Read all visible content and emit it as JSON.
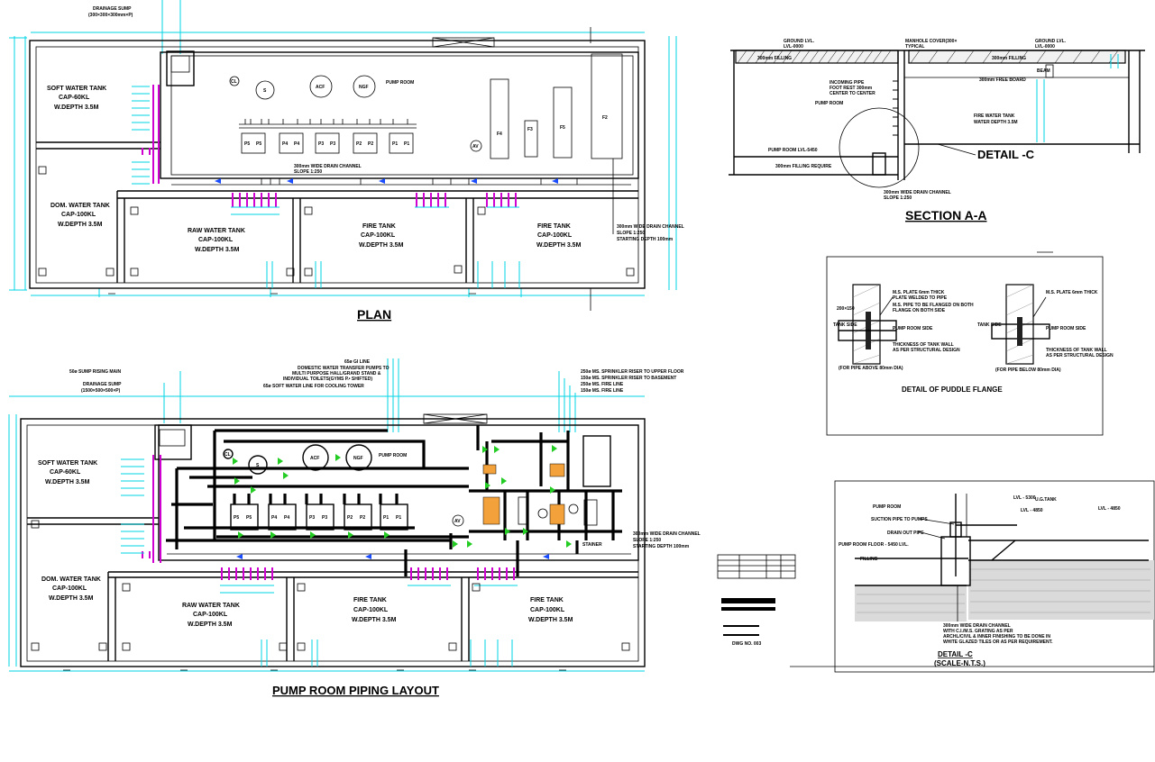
{
  "plan": {
    "title": "PLAN",
    "sump_note": "DRAINAGE SUMP",
    "sump_size": "(300×300×300mm×P)",
    "pump_room": "PUMP ROOM",
    "drain_channel": "300mm WIDE DRAIN CHANNEL",
    "drain_slope": "SLOPE 1:250",
    "drain_channel_side": "300mm WIDE DRAIN CHANNEL",
    "drain_slope_side": "SLOPE 1:250",
    "starting_depth": "STARTING DEPTH 100mm",
    "tanks": {
      "soft": {
        "name": "SOFT WATER TANK",
        "cap": "CAP-60KL",
        "depth": "W.DEPTH 3.5M"
      },
      "dom": {
        "name": "DOM. WATER TANK",
        "cap": "CAP-100KL",
        "depth": "W.DEPTH 3.5M"
      },
      "raw": {
        "name": "RAW WATER TANK",
        "cap": "CAP-100KL",
        "depth": "W.DEPTH 3.5M"
      },
      "fire1": {
        "name": "FIRE TANK",
        "cap": "CAP-100KL",
        "depth": "W.DEPTH 3.5M"
      },
      "fire2": {
        "name": "FIRE TANK",
        "cap": "CAP-100KL",
        "depth": "W.DEPTH 3.5M"
      }
    },
    "equipment": [
      "CL",
      "S",
      "ACF",
      "NGF"
    ],
    "pumps": [
      "P5",
      "P5",
      "P4",
      "P4",
      "P3",
      "P3",
      "P2",
      "P2",
      "P1",
      "P1"
    ],
    "filters": [
      "F4",
      "F3",
      "F5",
      "F2"
    ],
    "av": "AV"
  },
  "layout": {
    "title": "PUMP ROOM PIPING LAYOUT",
    "notes_top": [
      "65ø GI LINE",
      "DOMESTIC WATER TRANSFER PUMPS TO",
      "MULTI PURPOSE HALL/GRAND STAND &",
      "INDIVIDUAL TOILETS(GYMS P.• SHIFTED)",
      "65ø SOFT WATER LINE FOR COOLING TOWER"
    ],
    "notes_right": [
      "250ø MS. SPRINKLER RISER TO UPPER FLOOR",
      "150ø MS. SPRINKLER RISER TO BASEMENT",
      "250ø MS. FIRE LINE",
      "150ø MS. FIRE LINE"
    ],
    "sump_rising": "50ø SUMP RISING MAIN",
    "sump_note": "DRAINAGE SUMP",
    "sump_size": "(1500×500×500×P)",
    "pump_room": "PUMP ROOM",
    "drain_channel": "300mm WIDE DRAIN CHANNEL",
    "drain_slope": "SLOPE 1:250",
    "starting_depth": "STARTING DEPTH 100mm",
    "strainer": "STAINER",
    "tanks": {
      "soft": {
        "name": "SOFT WATER TANK",
        "cap": "CAP-60KL",
        "depth": "W.DEPTH 3.5M"
      },
      "dom": {
        "name": "DOM. WATER TANK",
        "cap": "CAP-100KL",
        "depth": "W.DEPTH 3.5M"
      },
      "raw": {
        "name": "RAW WATER TANK",
        "cap": "CAP-100KL",
        "depth": "W.DEPTH 3.5M"
      },
      "fire1": {
        "name": "FIRE TANK",
        "cap": "CAP-100KL",
        "depth": "W.DEPTH 3.5M"
      },
      "fire2": {
        "name": "FIRE TANK",
        "cap": "CAP-100KL",
        "depth": "W.DEPTH 3.5M"
      }
    },
    "equipment": [
      "CL",
      "S",
      "ACF",
      "NGF"
    ],
    "pumps": [
      "P5",
      "P5",
      "P4",
      "P4",
      "P3",
      "P3",
      "P2",
      "P2",
      "P1",
      "P1"
    ],
    "av": "AV"
  },
  "section": {
    "title": "SECTION A-A",
    "ground_lvl_left": "GROUND LVL.",
    "lvl_left": "LVL-0000",
    "manhole": "MANHOLE COVER(300×",
    "typical": "TYPICAL",
    "ground_lvl_right": "GROUND LVL.",
    "lvl_right": "LVL-0000",
    "fill_left": "300mm FILLING",
    "fill_right": "300mm FILLING",
    "beam": "BEAM",
    "free_board": "300mm FREE BOARD",
    "incoming_1": "INCOMING PIPE",
    "incoming_2": "FOOT REST 300mm",
    "incoming_3": "CENTER TO CENTER",
    "pump_room": "PUMP ROOM",
    "fire_tank": "FIRE WATER TANK",
    "water_depth": "WATER DEPTH 3.5M",
    "pump_floor": "PUMP ROOM LVL-5450",
    "filling_req": "300mm FILLING REQUIRE",
    "detail_c": "DETAIL -C",
    "drain_1": "300mm WIDE DRAIN CHANNEL",
    "drain_2": "SLOPE 1:250"
  },
  "puddle": {
    "title": "DETAIL OF PUDDLE FLANGE",
    "ms_plate_1": "M.S. PLATE 6mm THICK",
    "ms_plate_2": "PLATE WELDED TO PIPE",
    "ms_pipe_1": "M.S. PIPE TO BE FLANGED ON BOTH",
    "ms_pipe_2": "FLANGE ON BOTH SIDE",
    "pump_side": "PUMP ROOM SIDE",
    "tank_side": "TANK SIDE",
    "thickness_1": "THICKNESS OF TANK WALL",
    "thickness_2": "AS PER STRUCTURAL DESIGN",
    "caption_left": "(FOR PIPE ABOVE 80mm DIA)",
    "caption_right": "(FOR PIPE BELOW 80mm DIA)",
    "dim_left": "200×150"
  },
  "detailc": {
    "title": "DETAIL -C",
    "scale": "(SCALE-N.T.S.)",
    "pump_room": "PUMP ROOM",
    "ug_tank": "U.G.TANK",
    "lvl_top": "LVL - 5300",
    "lvl_mid": "LVL - 4850",
    "lvl_right": "LVL - 4850",
    "suction": "SUCTION PIPE TO PUMPS",
    "drain_out": "DRAIN OUT PIPE",
    "floor": "PUMP ROOM FLOOR - 5450 LVL.",
    "filling": "FILLING",
    "note_1": "300mm WIDE DRAIN CHANNEL",
    "note_2": "WITH C.I./M.S. GRATING AS PER",
    "note_3": "ARCHL/CIVIL & INNER FINISHING TO BE DONE IN",
    "note_4": "WHITE GLAZED TILES OR AS PER REQUIREMENT."
  },
  "titleblock": {
    "code": "DWG NO. 003"
  }
}
